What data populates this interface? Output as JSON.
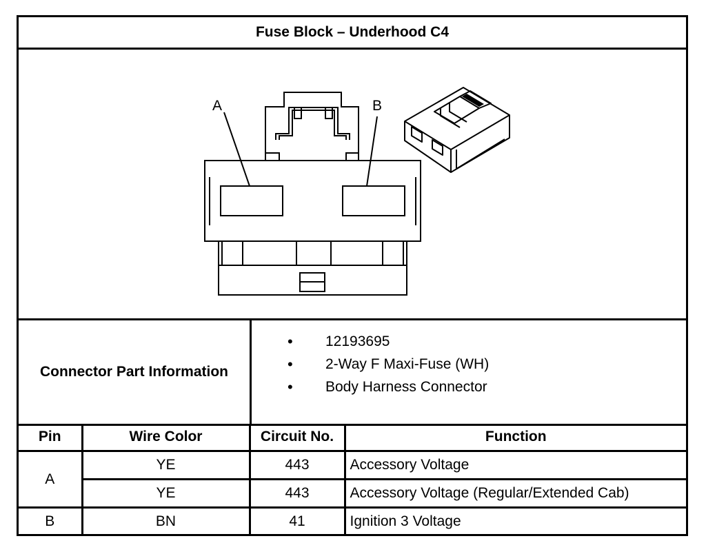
{
  "title": "Fuse Block – Underhood C4",
  "figure": {
    "cavity_labels": [
      "A",
      "B"
    ]
  },
  "connector_info": {
    "label": "Connector Part Information",
    "items": [
      "12193695",
      "2-Way F Maxi-Fuse (WH)",
      "Body Harness Connector"
    ]
  },
  "pin_table": {
    "headers": [
      "Pin",
      "Wire Color",
      "Circuit No.",
      "Function"
    ],
    "rows": [
      {
        "pin": "A",
        "wire_color": "YE",
        "circuit": "443",
        "function": "Accessory Voltage"
      },
      {
        "pin": "",
        "wire_color": "YE",
        "circuit": "443",
        "function": "Accessory Voltage (Regular/Extended Cab)"
      },
      {
        "pin": "B",
        "wire_color": "BN",
        "circuit": "41",
        "function": "Ignition 3 Voltage"
      }
    ]
  }
}
